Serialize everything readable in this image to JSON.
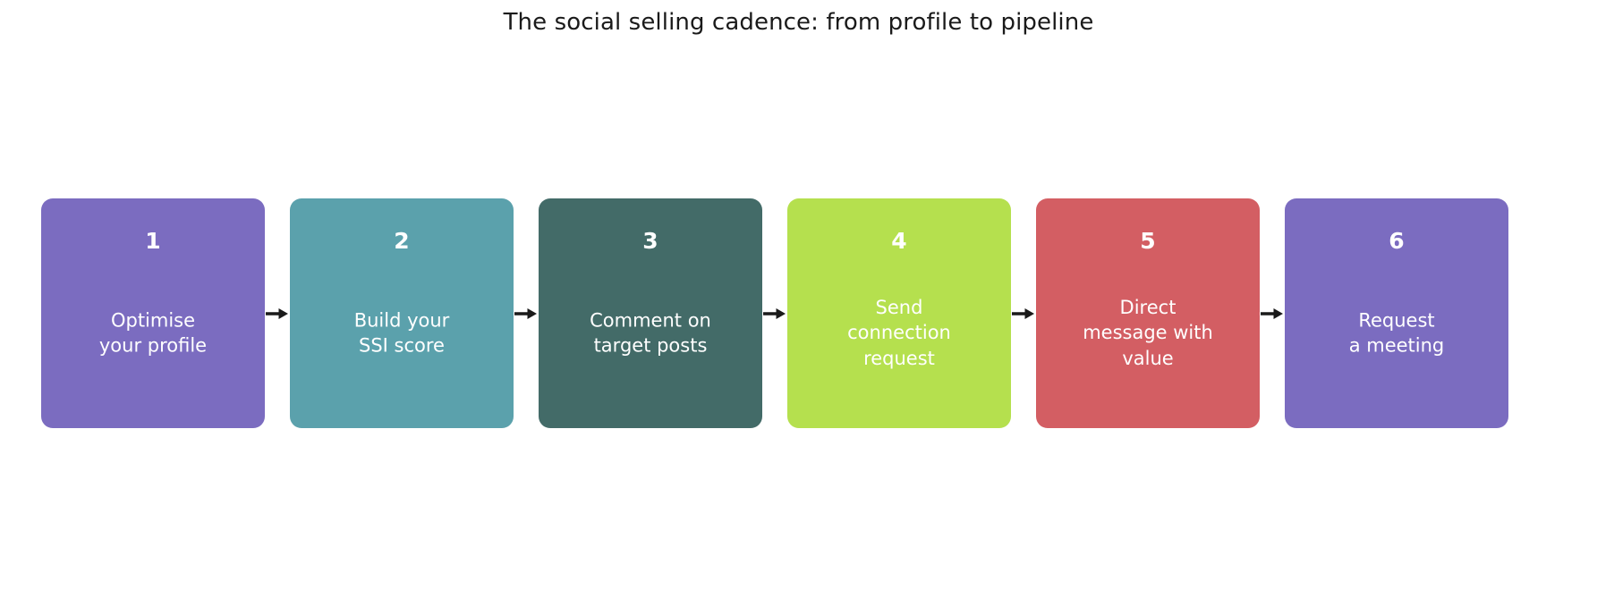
{
  "title": "The social selling cadence: from profile to pipeline",
  "background_color": "#ffffff",
  "title_color": "#1a1a1a",
  "arrow_color": "#1a1a1a",
  "arrow_icon": "arrow-right-icon",
  "steps": [
    {
      "number": "1",
      "label": "Optimise\nyour profile",
      "color": "#7b6cc0",
      "text_color": "#ffffff"
    },
    {
      "number": "2",
      "label": "Build your\nSSI score",
      "color": "#5ba1ac",
      "text_color": "#ffffff"
    },
    {
      "number": "3",
      "label": "Comment on\ntarget posts",
      "color": "#436b68",
      "text_color": "#ffffff"
    },
    {
      "number": "4",
      "label": "Send\nconnection\nrequest",
      "color": "#b5e04e",
      "text_color": "#ffffff"
    },
    {
      "number": "5",
      "label": "Direct\nmessage with\nvalue",
      "color": "#d35e63",
      "text_color": "#ffffff"
    },
    {
      "number": "6",
      "label": "Request\na meeting",
      "color": "#7b6cc0",
      "text_color": "#ffffff"
    }
  ]
}
